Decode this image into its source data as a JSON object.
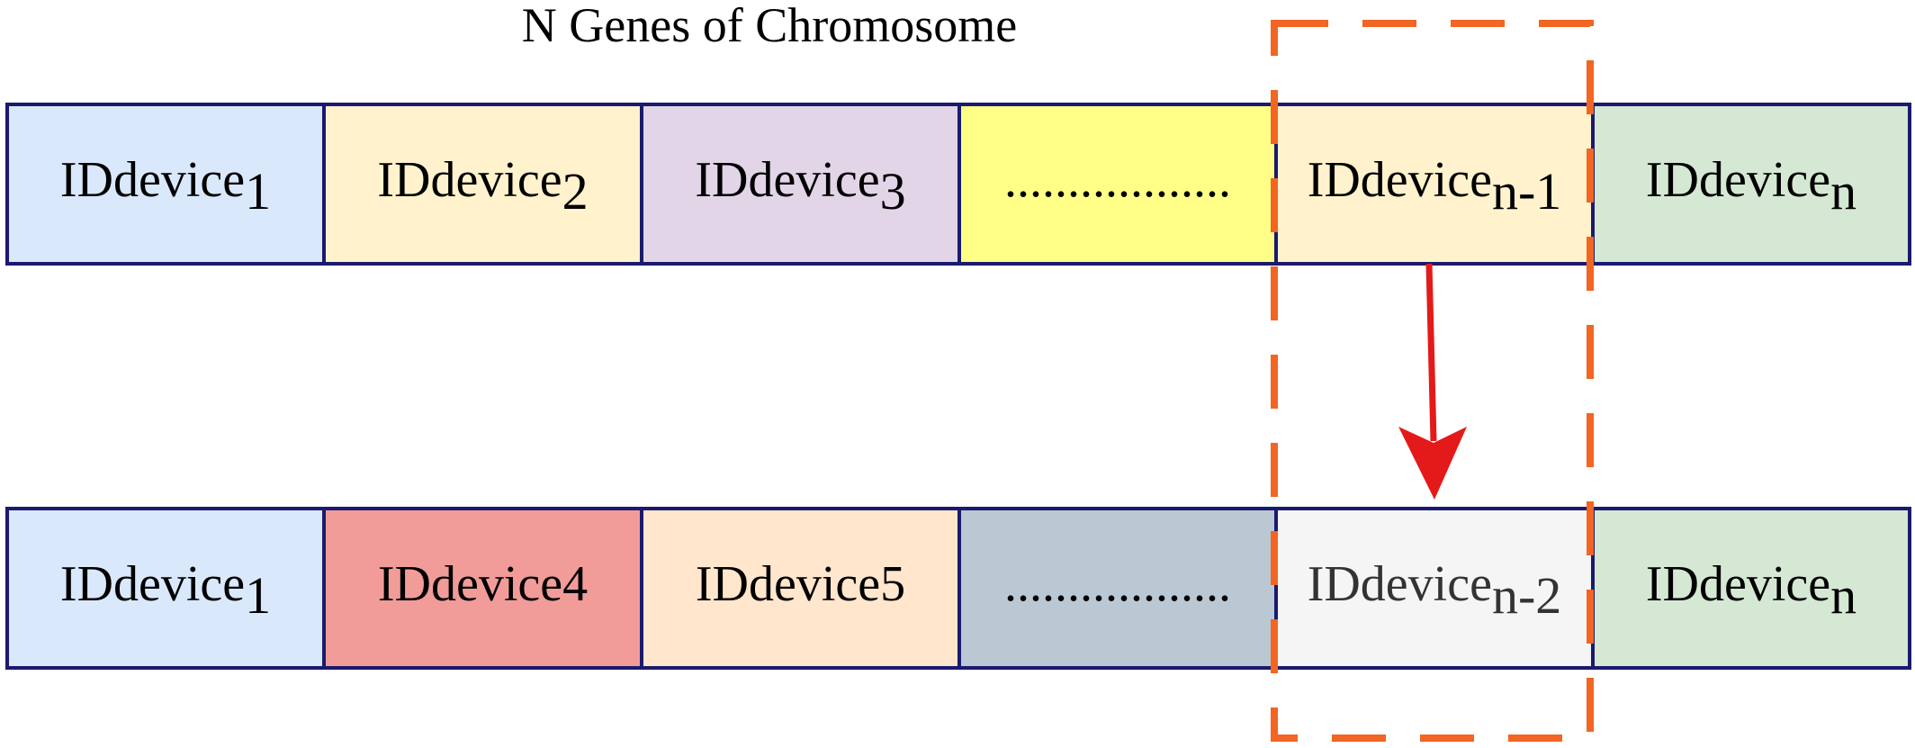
{
  "title": "N Genes of Chromosome",
  "colors": {
    "border": "#1a1a6e",
    "dashed_box": "#f26522",
    "arrow": "#e41a1a"
  },
  "chromosome_before": {
    "genes": [
      {
        "base": "IDdevice",
        "sub": "1",
        "fill": "#dae8fc",
        "muted": false
      },
      {
        "base": "IDdevice",
        "sub": "2",
        "fill": "#fff2cc",
        "muted": false
      },
      {
        "base": "IDdevice",
        "sub": "3",
        "fill": "#e1d5e7",
        "muted": false
      },
      {
        "base": "..................",
        "sub": "",
        "fill": "#ffff88",
        "muted": false
      },
      {
        "base": "IDdevice",
        "sub": "n-1",
        "fill": "#fff2cc",
        "muted": false
      },
      {
        "base": "IDdevice",
        "sub": "n",
        "fill": "#d5e8d4",
        "muted": false
      }
    ]
  },
  "chromosome_after": {
    "genes": [
      {
        "base": "IDdevice",
        "sub": "1",
        "fill": "#dae8fc",
        "muted": false
      },
      {
        "base": "IDdevice4",
        "sub": "",
        "fill": "#f19c99",
        "muted": false
      },
      {
        "base": "IDdevice5",
        "sub": "",
        "fill": "#ffe6cc",
        "muted": false
      },
      {
        "base": "..................",
        "sub": "",
        "fill": "#bac8d3",
        "muted": false
      },
      {
        "base": "IDdevice",
        "sub": "n-2",
        "fill": "#f5f5f5",
        "muted": true
      },
      {
        "base": "IDdevice",
        "sub": "n",
        "fill": "#d5e8d4",
        "muted": false
      }
    ]
  }
}
